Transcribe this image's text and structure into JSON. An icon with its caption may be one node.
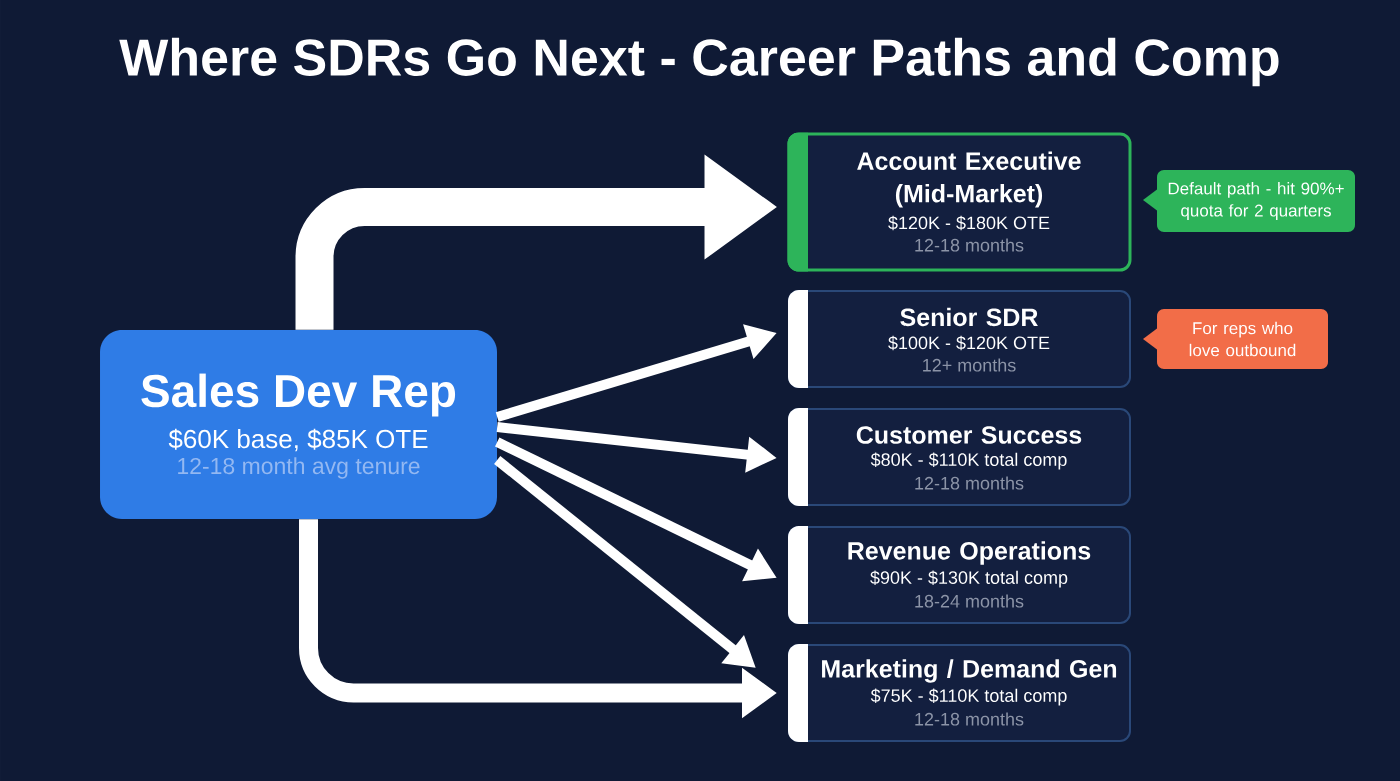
{
  "diagram": {
    "title": "Where SDRs Go Next - Career Paths and Comp",
    "nodes": [
      {
        "text": [
          "Sales Dev Rep",
          "$60K base, $85K OTE",
          "12-18 month avg tenure"
        ]
      },
      {
        "text": [
          "Account Executive (Mid-Market)",
          "$120K - $180K OTE",
          "12-18 months"
        ]
      },
      {
        "text": [
          "Default path - hit 90%+ quota for 2 quarters"
        ]
      },
      {
        "text": [
          "Senior SDR",
          "$100K - $120K OTE",
          "12+ months"
        ]
      },
      {
        "text": [
          "For reps who love outbound"
        ]
      },
      {
        "text": [
          "Customer Success",
          "$80K - $110K total comp",
          "12-18 months"
        ]
      },
      {
        "text": [
          "Revenue Operations",
          "$90K - $130K total comp",
          "18-24 months"
        ]
      },
      {
        "text": [
          "Marketing / Demand Gen",
          "$75K - $110K total comp",
          "12-18 months"
        ]
      }
    ],
    "edges": [
      {
        "from": 0,
        "to": 1,
        "arrow": "to",
        "style": "thick"
      },
      {
        "from": 0,
        "to": 3,
        "arrow": "to"
      },
      {
        "from": 0,
        "to": 5,
        "arrow": "to"
      },
      {
        "from": 0,
        "to": 6,
        "arrow": "to"
      },
      {
        "from": 0,
        "to": 7,
        "arrow": "to"
      },
      {
        "from": 0,
        "to": 7,
        "arrow": "to",
        "style": "thick"
      }
    ]
  }
}
